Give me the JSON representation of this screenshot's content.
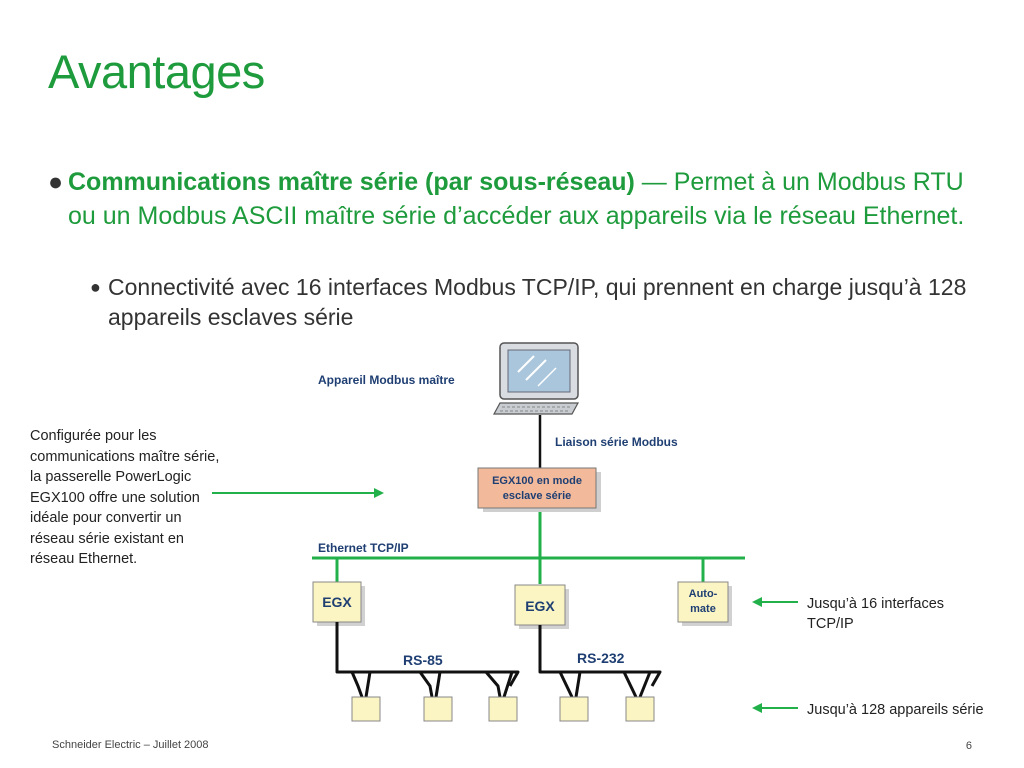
{
  "slide": {
    "title": "Avantages",
    "bullet1": {
      "bold": "Communications maître série (par sous-réseau)",
      "rest": " — Permet à un Modbus RTU ou un Modbus ASCII maître série d’accéder aux appareils via le réseau Ethernet."
    },
    "bullet2": "Connectivité avec 16 interfaces Modbus TCP/IP, qui prennent en charge jusqu’à 128 appareils esclaves série",
    "bullet_glyph": "●",
    "left_caption": "Configurée pour les communications maître série, la passerelle PowerLogic EGX100 offre une solution idéale pour convertir un réseau série existant en réseau Ethernet.",
    "note_tcp": "Jusqu’à 16 interfaces TCP/IP",
    "note_devices": "Jusqu’à 128 appareils série",
    "footer": "Schneider Electric – Juillet 2008",
    "page_number": "6"
  },
  "diagram": {
    "master_label": "Appareil Modbus maître",
    "serial_link_label": "Liaison série Modbus",
    "gateway_line1": "EGX100 en mode",
    "gateway_line2": "esclave série",
    "ethernet_label": "Ethernet TCP/IP",
    "egx_left": "EGX",
    "egx_center": "EGX",
    "automate_line1": "Auto-",
    "automate_line2": "mate",
    "rs485_label": "RS-85",
    "rs232_label": "RS-232"
  },
  "colors": {
    "title_green": "#1e9b3c",
    "network_green": "#22b04a",
    "box_fill": "#fbf5c4",
    "gateway_fill": "#f2b99a",
    "label_blue": "#1f3f73"
  }
}
